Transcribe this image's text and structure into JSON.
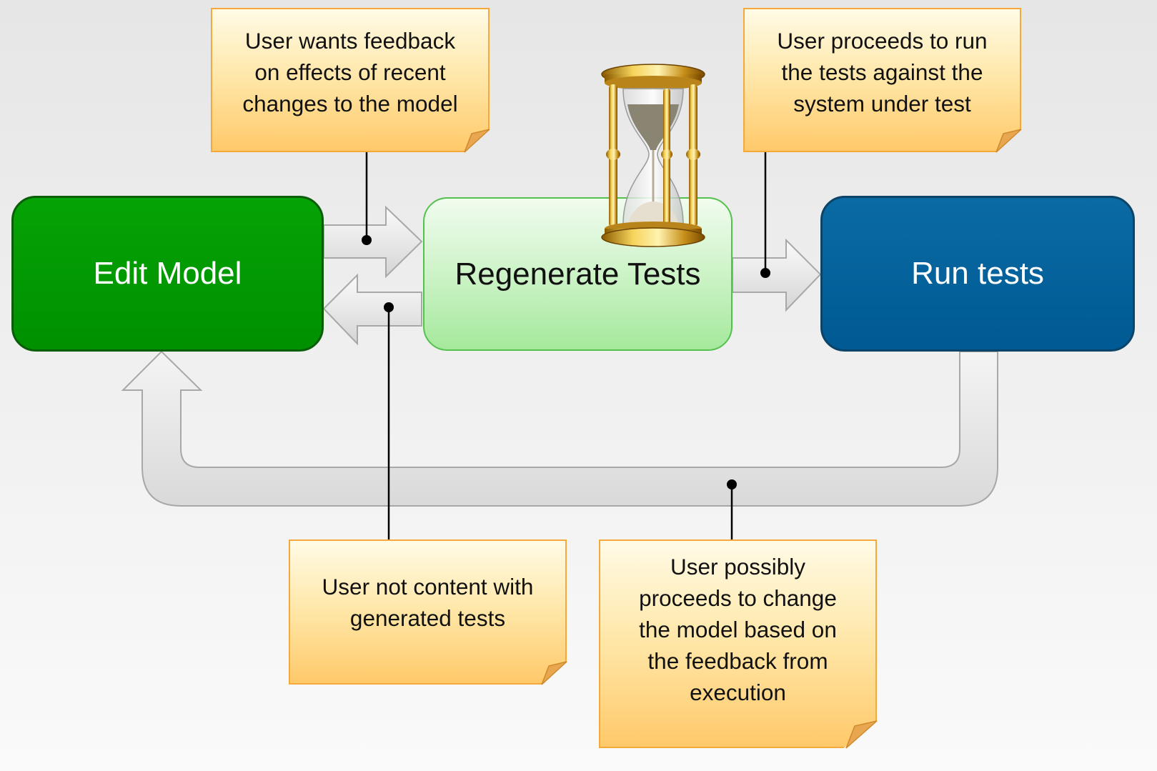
{
  "boxes": {
    "edit_model": "Edit Model",
    "regenerate_tests": "Regenerate Tests",
    "run_tests": "Run tests"
  },
  "notes": {
    "feedback": "User wants feedback\non effects of recent\nchanges to the model",
    "run": "User proceeds to run\nthe tests against the\nsystem under test",
    "not_content": "User not content with\ngenerated tests",
    "change_model": "User possibly\nproceeds to change\nthe model based on\nthe feedback from\nexecution"
  },
  "icons": {
    "hourglass": "hourglass-icon"
  },
  "colors": {
    "edit_model": "#009900",
    "regenerate_tests": "#c9f2c3",
    "run_tests": "#006099",
    "note": "#ffd98a"
  }
}
